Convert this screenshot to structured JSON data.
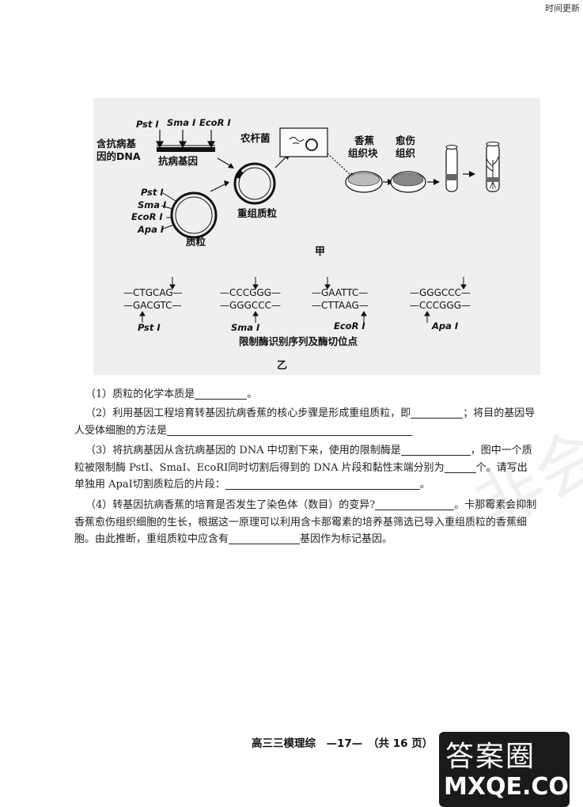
{
  "corner": {
    "text": "时间更新"
  },
  "figure": {
    "top": {
      "enzymes_top": [
        "Pst Ⅰ",
        "Sma Ⅰ",
        "EcoR Ⅰ"
      ],
      "dna_label_1": "含抗病基",
      "dna_label_2": "因的DNA",
      "gene_label": "抗病基因",
      "agro_label": "农杆菌",
      "plasmid_enzymes": [
        "Pst Ⅰ",
        "Sma Ⅰ",
        "EcoR Ⅰ",
        "Apa Ⅰ"
      ],
      "plasmid_label": "质粒",
      "recomb_label": "重组质粒",
      "banana_1": "香蕉",
      "banana_2": "组织块",
      "callus_1": "愈伤",
      "callus_2": "组织",
      "caption": "甲"
    },
    "bottom": {
      "seqs": [
        {
          "top": "—CTGCAG—",
          "bottom": "—GACGTC—",
          "name": "Pst Ⅰ"
        },
        {
          "top": "—CCCGGG—",
          "bottom": "—GGGCCC—",
          "name": "Sma Ⅰ"
        },
        {
          "top": "—GAATTC—",
          "bottom": "—CTTAAG—",
          "name": "EcoR Ⅰ"
        },
        {
          "top": "—GGGCCC—",
          "bottom": "—CCCGGG—",
          "name": "Apa Ⅰ"
        }
      ],
      "title": "限制酶识别序列及酶切位点",
      "caption": "乙"
    }
  },
  "questions": {
    "q1": {
      "a": "（1）质粒的化学本质是",
      "b": "。"
    },
    "q2": {
      "a": "（2）利用基因工程培育转基因抗病香蕉的核心步骤是形成重组质粒，即",
      "b": "；将目的基因导",
      "c": "人受体细胞的方法是"
    },
    "q3": {
      "a": "（3）将抗病基因从含抗病基因的 DNA 中切割下来，使用的限制酶是",
      "b": "，图中一个质",
      "c": "粒被限制酶 PstⅠ、SmaⅠ、EcoRⅠ同时切割后得到的 DNA 片段和黏性末端分别为",
      "d": "个。请写出",
      "e": "单独用 ApaⅠ切割质粒后的片段：",
      "f": "。"
    },
    "q4": {
      "a": "（4）转基因抗病香蕉的培育是否发生了染色体（数目）的变异?",
      "b": "。卡那霉素会抑制",
      "c": "香蕉愈伤组织细胞的生长，根据这一原理可以利用含卡那霉素的培养基筛选已导入重组质粒的香蕉细",
      "d": "胞。由此推断，重组质粒中应含有",
      "e": "基因作为标记基因。"
    }
  },
  "footer": {
    "text": "高三三模理综　—17—　（共 16 页）"
  },
  "watermark": {
    "side": "非会员",
    "logo_top": "答案圈",
    "logo_bottom": "MXQE.COM"
  }
}
